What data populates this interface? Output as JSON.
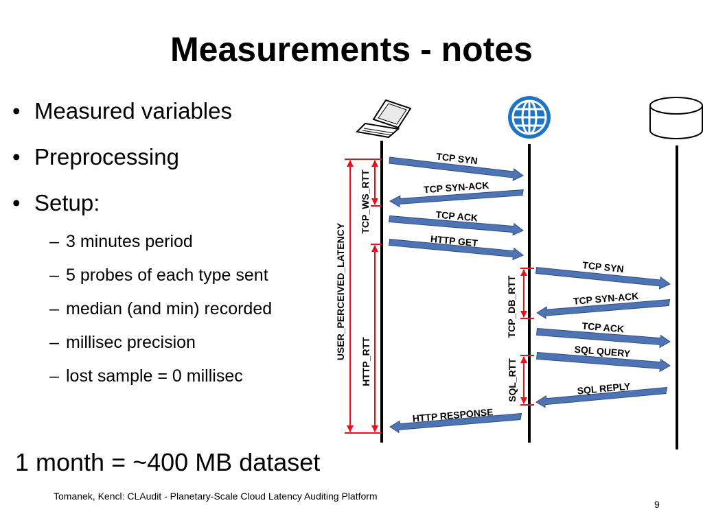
{
  "slide": {
    "title": "Measurements - notes",
    "bullets": [
      "Measured variables",
      "Preprocessing",
      "Setup:"
    ],
    "bullet_glyph": "•",
    "dash_glyph": "–",
    "sub_bullets": [
      "3 minutes period",
      "5 probes of each type sent",
      "median (and min) recorded",
      "millisec precision",
      "lost sample = 0 millisec"
    ],
    "dataset_note": "1 month = ~400 MB dataset",
    "footer": "Tomanek, Kencl: CLAudit - Planetary-Scale Cloud Latency Auditing Platform",
    "page_number": "9"
  },
  "diagram": {
    "participants": [
      {
        "name": "client",
        "icon": "laptop-icon"
      },
      {
        "name": "web-server",
        "icon": "globe-icon"
      },
      {
        "name": "database",
        "icon": "database-cylinder-icon"
      }
    ],
    "messages": [
      "TCP SYN",
      "TCP SYN-ACK",
      "TCP ACK",
      "HTTP GET",
      "TCP SYN",
      "TCP SYN-ACK",
      "TCP ACK",
      "SQL QUERY",
      "SQL REPLY",
      "HTTP RESPONSE"
    ],
    "intervals": [
      "USER_PERCEIVED_LATENCY",
      "TCP_WS_RTT",
      "HTTP_RTT",
      "TCP_DB_RTT",
      "SQL_RTT"
    ],
    "colors": {
      "arrow_fill": "#4f74b4",
      "arrow_stroke": "#2f4f82",
      "interval": "#e8101a",
      "lifeline": "#000000",
      "globe": "#1f74c4"
    }
  }
}
